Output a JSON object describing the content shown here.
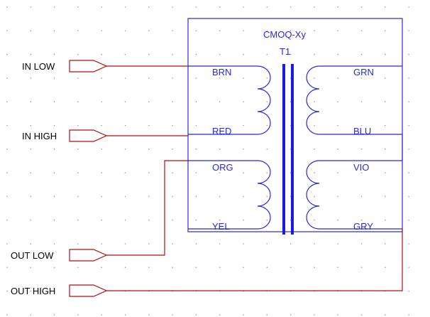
{
  "part": {
    "name": "CMOQ-Xy",
    "ref": "T1"
  },
  "ports": {
    "in_low": "IN LOW",
    "in_high": "IN HIGH",
    "out_low": "OUT LOW",
    "out_high": "OUT HIGH"
  },
  "pins": {
    "brn": "BRN",
    "red": "RED",
    "org": "ORG",
    "yel": "YEL",
    "grn": "GRN",
    "blu": "BLU",
    "vio": "VIO",
    "gry": "GRY"
  },
  "colors": {
    "wire": "#b01010",
    "symbol": "#2929d6",
    "grid": "#9a9a9a"
  }
}
